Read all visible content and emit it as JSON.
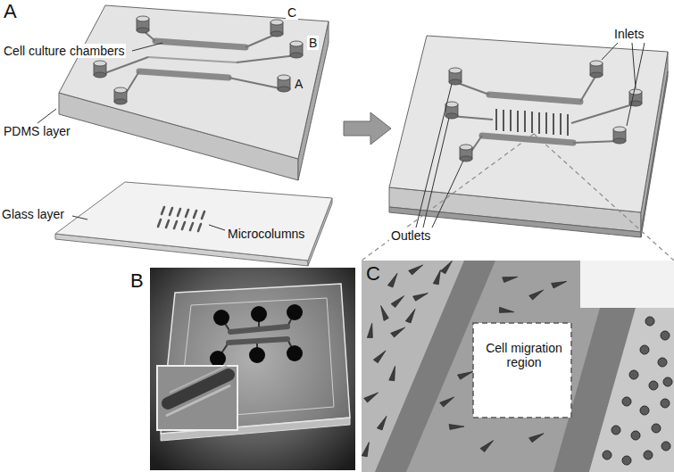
{
  "diagram": {
    "labels": [
      "A",
      "C",
      "B",
      "Cell culture chambers",
      "PDMS layer",
      "A",
      "Glass layer",
      "Microcolumns",
      "Inlets",
      "Outlets",
      "B",
      "C",
      "Cell migration region"
    ]
  }
}
